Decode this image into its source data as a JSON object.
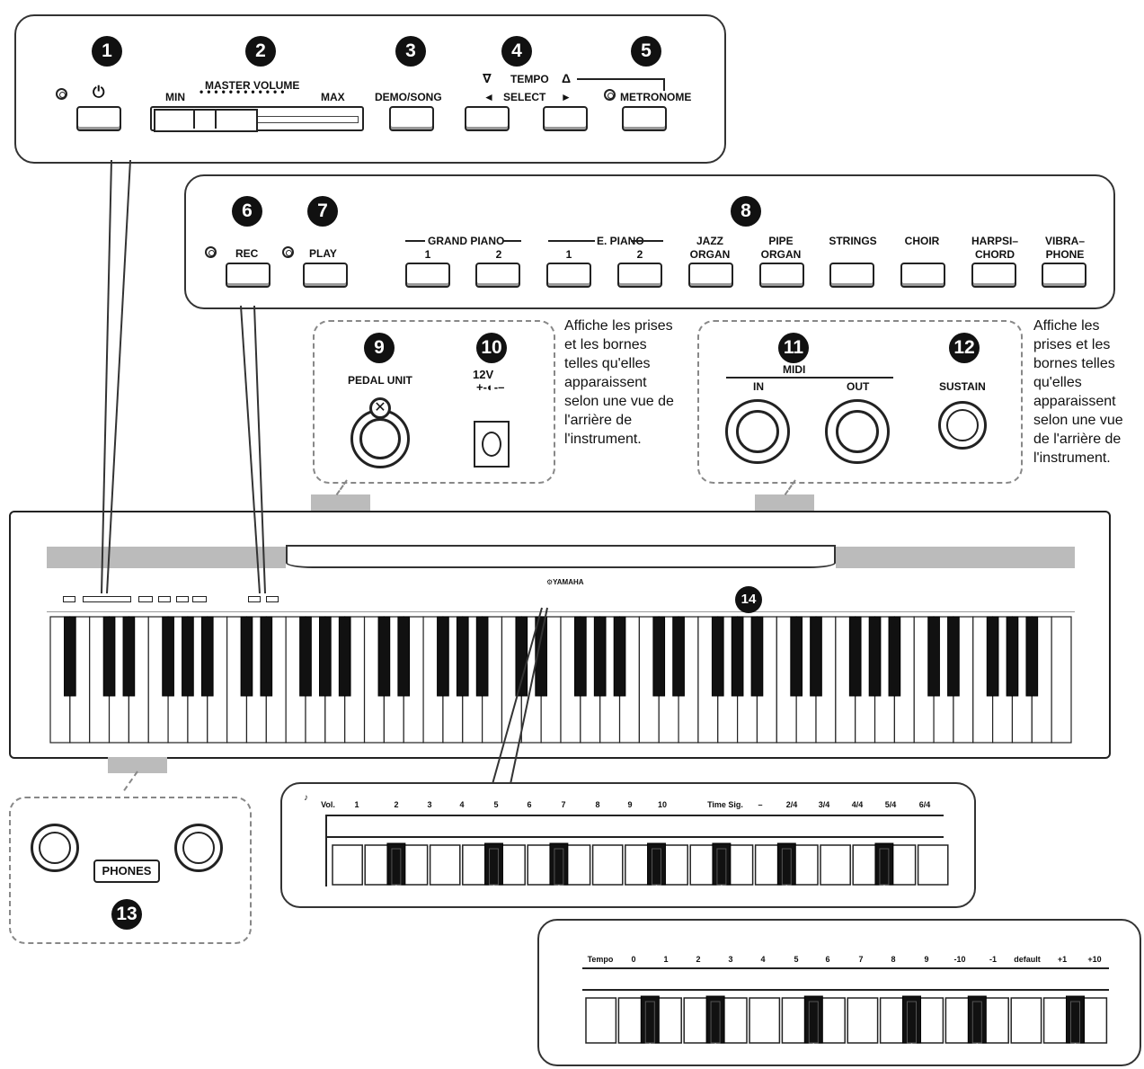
{
  "callouts": [
    "1",
    "2",
    "3",
    "4",
    "5",
    "6",
    "7",
    "8",
    "9",
    "10",
    "11",
    "12",
    "13",
    "14"
  ],
  "top_panel": {
    "power_icon": "power-icon",
    "master_volume_label": "MASTER VOLUME",
    "min_label": "MIN",
    "max_label": "MAX",
    "demo_song_label": "DEMO/SONG",
    "tempo_label": "TEMPO",
    "tempo_down_symbol": "∇",
    "tempo_up_symbol": "Δ",
    "select_label": "SELECT",
    "left_arrow": "◄",
    "right_arrow": "►",
    "metronome_label": "METRONOME"
  },
  "voice_panel": {
    "rec_label": "REC",
    "play_label": "PLAY",
    "grand_piano_label": "GRAND  PIANO",
    "e_piano_label": "E. PIANO",
    "voices": [
      {
        "line1": "1",
        "line2": ""
      },
      {
        "line1": "2",
        "line2": ""
      },
      {
        "line1": "1",
        "line2": ""
      },
      {
        "line1": "2",
        "line2": ""
      },
      {
        "line1": "JAZZ",
        "line2": "ORGAN"
      },
      {
        "line1": "PIPE",
        "line2": "ORGAN"
      },
      {
        "line1": "STRINGS",
        "line2": ""
      },
      {
        "line1": "CHOIR",
        "line2": ""
      },
      {
        "line1": "HARPSI–",
        "line2": "CHORD"
      },
      {
        "line1": "VIBRA–",
        "line2": "PHONE"
      }
    ]
  },
  "rear_left": {
    "pedal_unit_label": "PEDAL UNIT",
    "dc_label": "12V",
    "note": "Affiche les prises et les bornes telles qu'elles apparaissent selon une vue de l'arrière de l'instrument."
  },
  "rear_right": {
    "midi_label": "MIDI",
    "in_label": "IN",
    "out_label": "OUT",
    "sustain_label": "SUSTAIN",
    "note": "Affiche les prises et les bornes telles qu'elles apparaissent selon une vue de l'arrière de l'instrument."
  },
  "brand": "YAMAHA",
  "phones_label": "PHONES",
  "zoom1_labels": [
    "Vol.",
    "1",
    "2",
    "3",
    "4",
    "5",
    "6",
    "7",
    "8",
    "9",
    "10",
    "Time Sig.",
    "–",
    "2/4",
    "3/4",
    "4/4",
    "5/4",
    "6/4"
  ],
  "zoom2_labels": [
    "Tempo",
    "0",
    "1",
    "2",
    "3",
    "4",
    "5",
    "6",
    "7",
    "8",
    "9",
    "-10",
    "-1",
    "default",
    "+1",
    "+10"
  ]
}
